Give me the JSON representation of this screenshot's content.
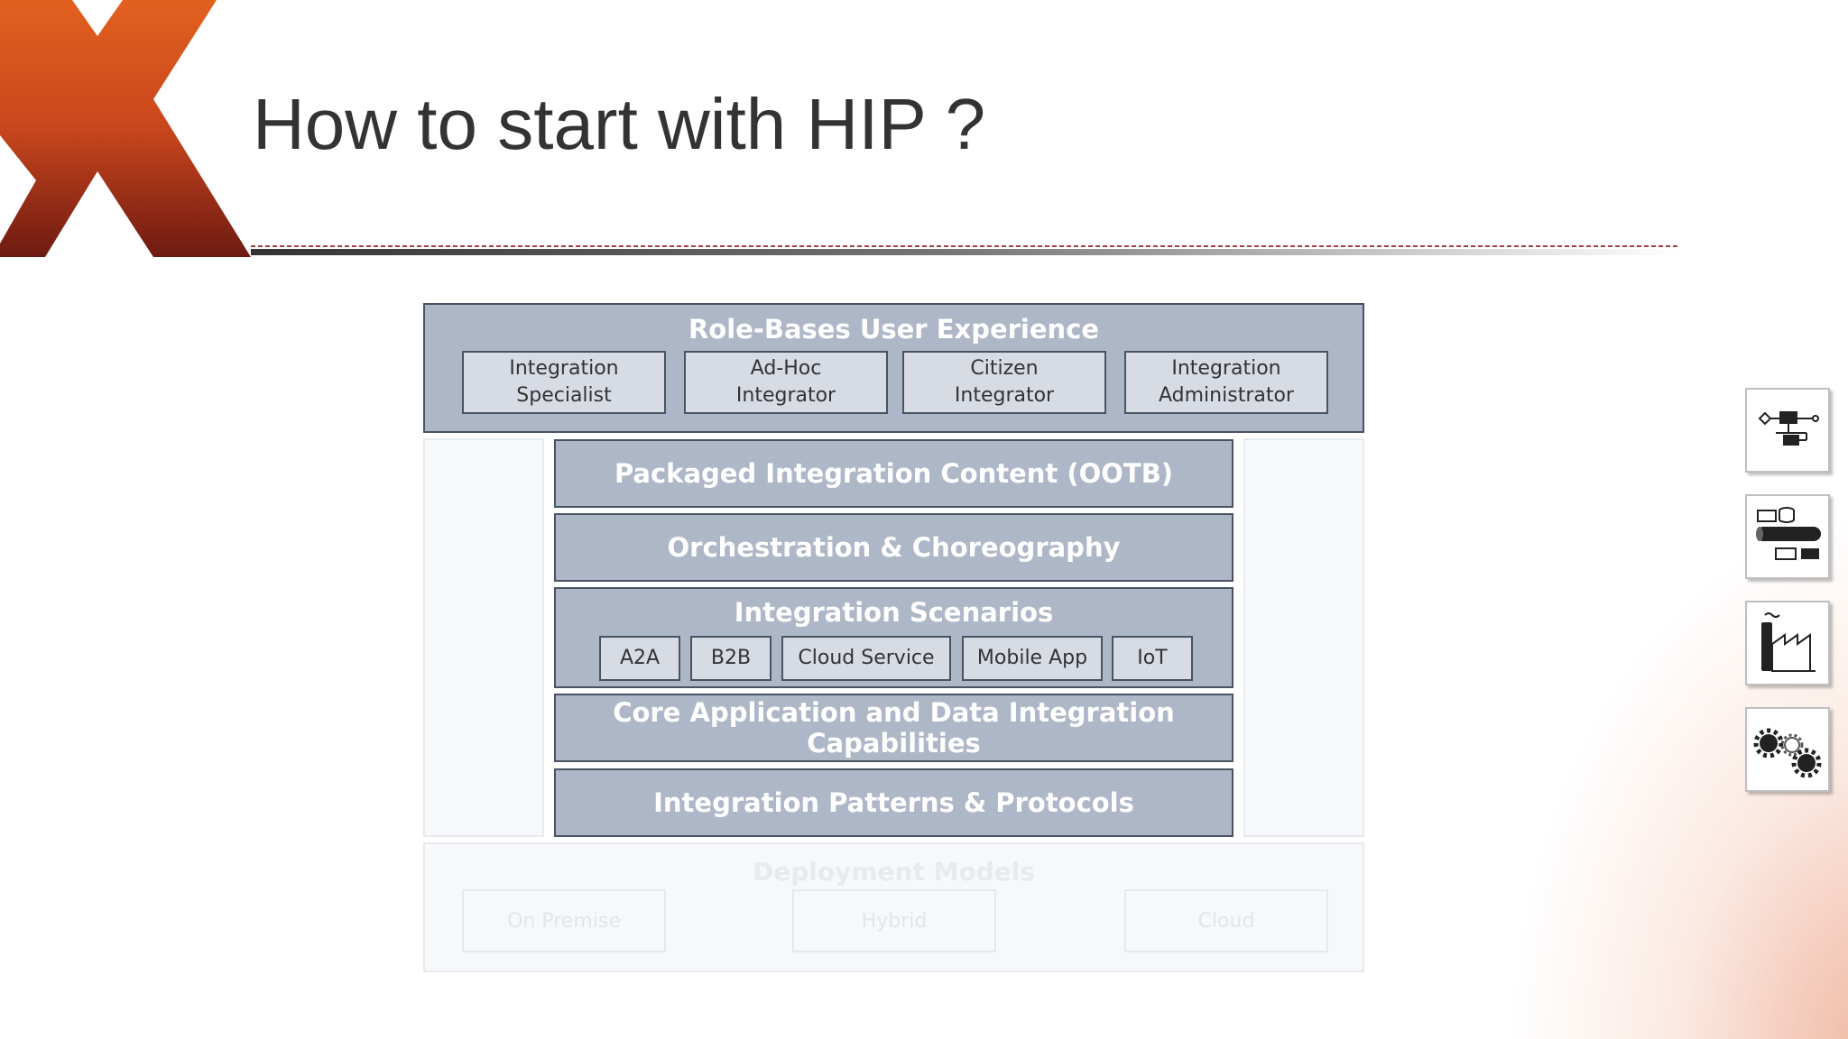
{
  "slide": {
    "title": "How to start with HIP ?"
  },
  "diagram": {
    "role_layer": {
      "title": "Role-Bases User Experience",
      "roles": [
        {
          "line1": "Integration",
          "line2": "Specialist"
        },
        {
          "line1": "Ad-Hoc",
          "line2": "Integrator"
        },
        {
          "line1": "Citizen",
          "line2": "Integrator"
        },
        {
          "line1": "Integration",
          "line2": "Administrator"
        }
      ]
    },
    "layers": {
      "packaged": "Packaged Integration Content (OOTB)",
      "orchestration": "Orchestration & Choreography",
      "scenarios": {
        "title": "Integration Scenarios",
        "items": [
          "A2A",
          "B2B",
          "Cloud Service",
          "Mobile App",
          "IoT"
        ]
      },
      "core": "Core Application and Data Integration Capabilities",
      "patterns": "Integration Patterns & Protocols"
    },
    "deployment": {
      "title": "Deployment Models",
      "items": [
        "On Premise",
        "Hybrid",
        "Cloud"
      ]
    }
  },
  "side_icons": [
    "process-flow-icon",
    "data-pipeline-icon",
    "factory-icon",
    "gears-icon"
  ],
  "colors": {
    "layer_fill": "#aeb7c7",
    "layer_border": "#4a5362",
    "sub_fill": "#d7dbe4",
    "title_text": "#333333",
    "logo_orange": "#e05a1c",
    "logo_dark": "#7a1f12"
  }
}
